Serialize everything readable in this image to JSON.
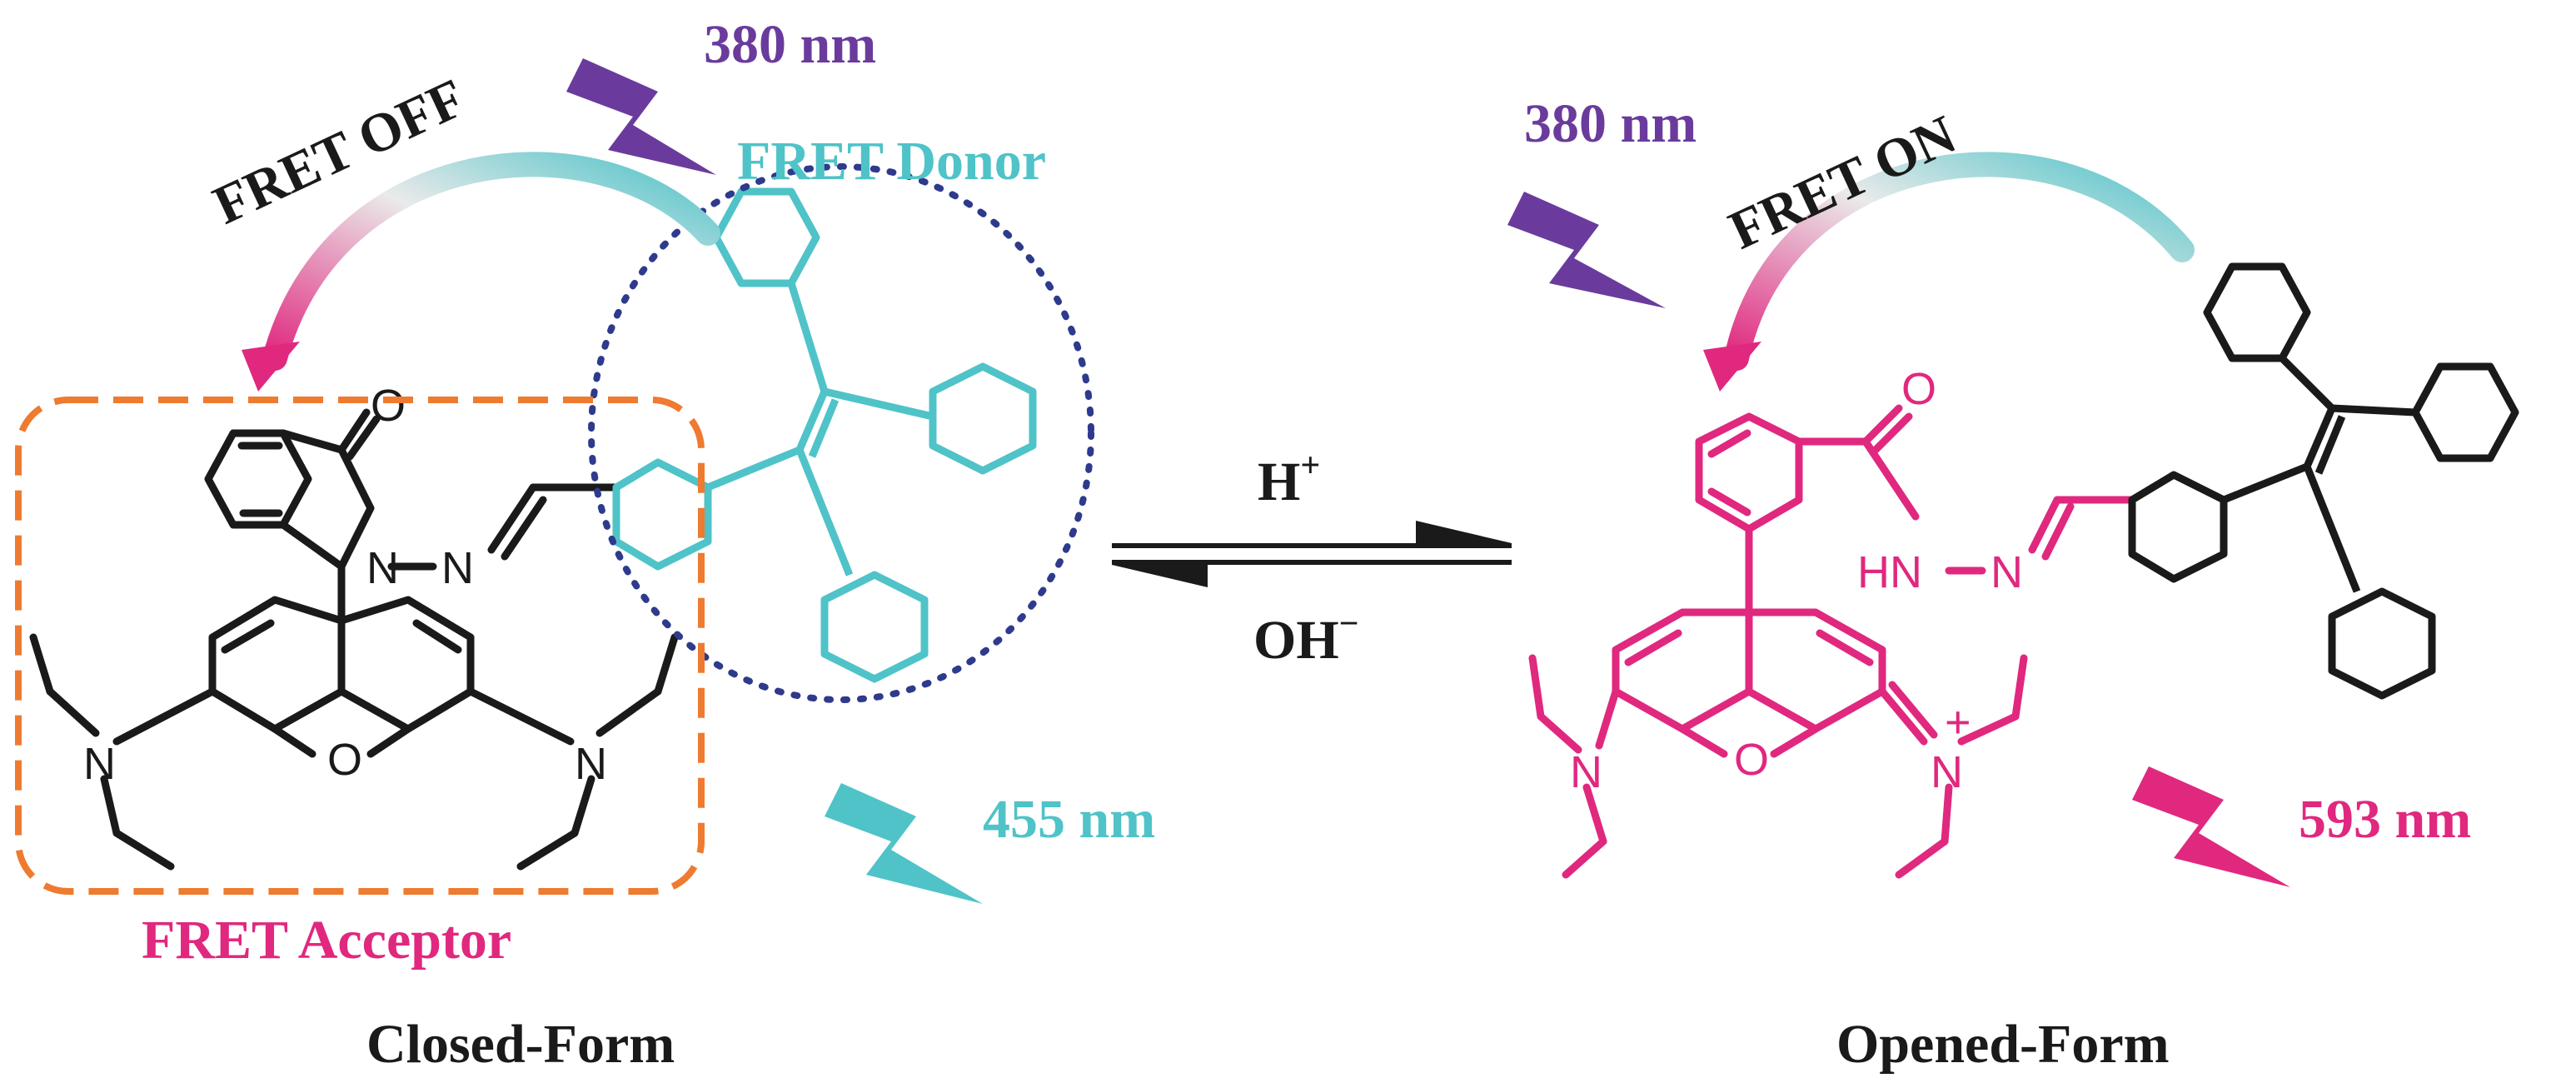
{
  "colors": {
    "black": "#1a1a1a",
    "cyan": "#4fc3c8",
    "magenta": "#e0287f",
    "purple": "#6a3b9c",
    "orange": "#ee7b30",
    "navy": "#2e3a8c"
  },
  "left": {
    "fret_state": "FRET OFF",
    "excitation": "380 nm",
    "donor_label": "FRET Donor",
    "emission": "455 nm",
    "acceptor_label": "FRET Acceptor",
    "caption": "Closed-Form"
  },
  "right": {
    "fret_state": "FRET ON",
    "excitation": "380 nm",
    "emission": "593 nm",
    "caption": "Opened-Form"
  },
  "equilibrium": {
    "forward": "H",
    "forward_sup": "+",
    "reverse": "OH",
    "reverse_sup": "−"
  },
  "atoms": {
    "O": "O",
    "N": "N",
    "HN": "HN",
    "plus": "+"
  },
  "icons": [
    "lightning-bolt-icon",
    "curved-arrow-icon",
    "equilibrium-arrows-icon"
  ]
}
